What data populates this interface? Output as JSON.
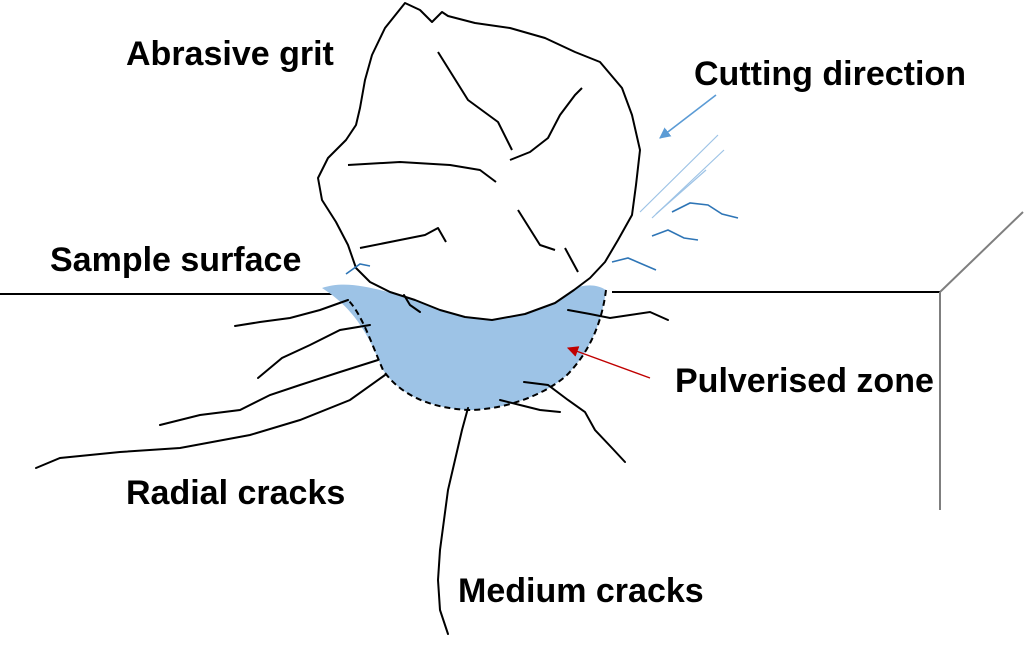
{
  "labels": {
    "abrasive_grit": "Abrasive grit",
    "cutting_direction": "Cutting direction",
    "sample_surface": "Sample surface",
    "pulverised_zone": "Pulverised zone",
    "radial_cracks": "Radial cracks",
    "medium_cracks": "Medium cracks"
  },
  "colors": {
    "outline": "#000000",
    "pulverised_fill": "#9dc3e6",
    "cutting_arrow": "#5b9bd5",
    "chip_lines": "#2e75b6",
    "speed_lines": "#9dc3e6",
    "pointer_arrow": "#c00000",
    "box_edges": "#7f7f7f"
  }
}
